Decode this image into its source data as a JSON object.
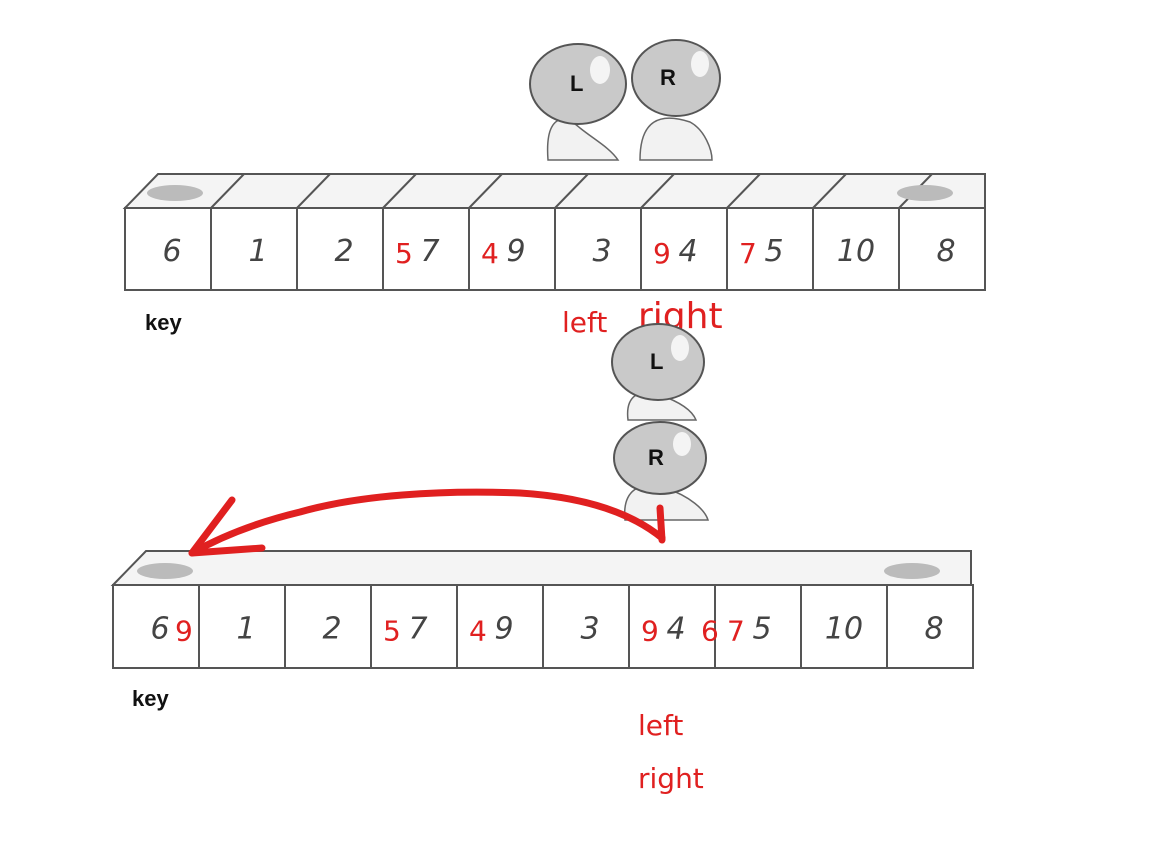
{
  "top_row": {
    "cells": [
      "6",
      "1",
      "2",
      "7",
      "9",
      "3",
      "4",
      "5",
      "10",
      "8"
    ],
    "overlays": [
      {
        "cell": 3,
        "text": "5"
      },
      {
        "cell": 4,
        "text": "4"
      },
      {
        "cell": 6,
        "text": "9"
      },
      {
        "cell": 7,
        "text": "7"
      }
    ],
    "key_label": "key",
    "left_label": "left",
    "right_label": "right",
    "helmet_left": "L",
    "helmet_right": "R"
  },
  "bottom_row": {
    "cells": [
      "6",
      "1",
      "2",
      "7",
      "9",
      "3",
      "4",
      "5",
      "10",
      "8"
    ],
    "overlays": [
      {
        "cell": 0,
        "text": "9"
      },
      {
        "cell": 3,
        "text": "5"
      },
      {
        "cell": 4,
        "text": "4"
      },
      {
        "cell": 6,
        "text": "9"
      },
      {
        "cell": 6,
        "text": "6"
      },
      {
        "cell": 7,
        "text": "7"
      }
    ],
    "key_label": "key",
    "left_label": "left",
    "right_label": "right",
    "helmet_left": "L",
    "helmet_right": "R"
  },
  "colors": {
    "annotation": "#e02020",
    "cell_border": "#555555",
    "handwriting": "#444444"
  }
}
